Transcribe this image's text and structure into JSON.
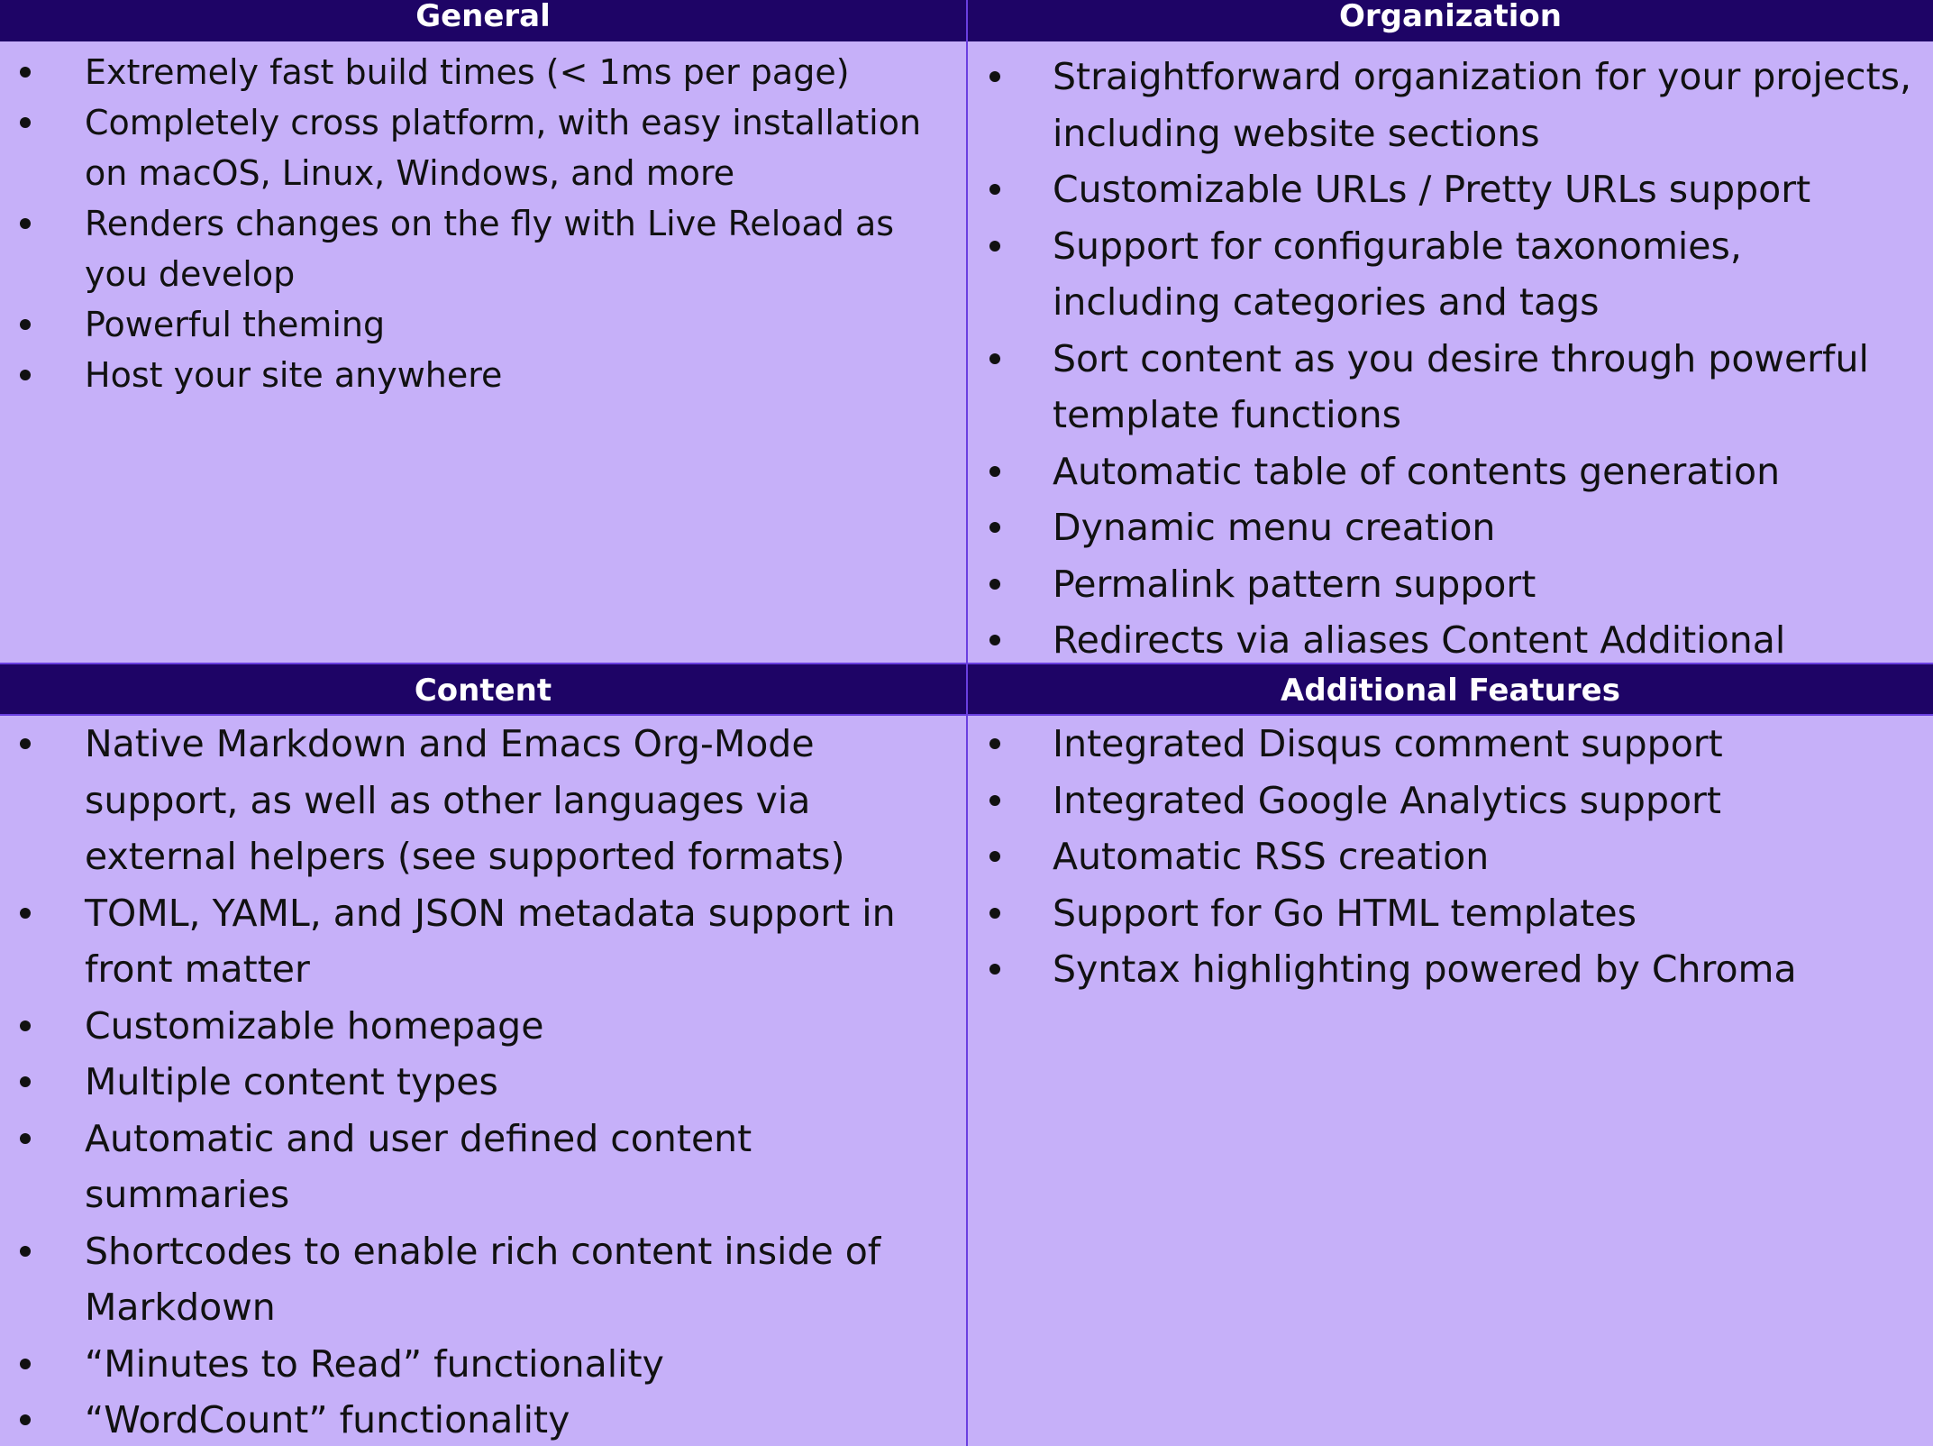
{
  "general": {
    "title": "General",
    "items": [
      "Extremely fast build times (< 1ms per page)",
      "Completely cross platform, with easy installation on macOS, Linux, Windows, and more",
      "Renders changes on the fly with Live Reload as you develop",
      "Powerful theming",
      "Host your site anywhere"
    ]
  },
  "organization": {
    "title": "Organization",
    "items": [
      "Straightforward organization for your projects, including website sections",
      "Customizable URLs / Pretty URLs support",
      "Support for configurable taxonomies, including categories and tags",
      "Sort content as you desire through powerful template functions",
      "Automatic table of contents generation",
      "Dynamic menu creation",
      "Permalink pattern support",
      "Redirects via aliases Content Additional"
    ]
  },
  "content": {
    "title": "Content",
    "items": [
      "Native Markdown and Emacs Org-Mode support, as well as other languages via external helpers (see supported formats)",
      "TOML, YAML, and JSON metadata support in front matter",
      "Customizable homepage",
      "Multiple content types",
      "Automatic and user defined content summaries",
      "Shortcodes to enable rich content inside of Markdown",
      "“Minutes to Read” functionality",
      "“WordCount” functionality"
    ]
  },
  "additional": {
    "title": "Additional Features",
    "items": [
      "Integrated Disqus comment support",
      "Integrated Google Analytics support",
      "Automatic RSS creation",
      "Support for Go HTML templates",
      "Syntax highlighting powered by Chroma"
    ]
  }
}
